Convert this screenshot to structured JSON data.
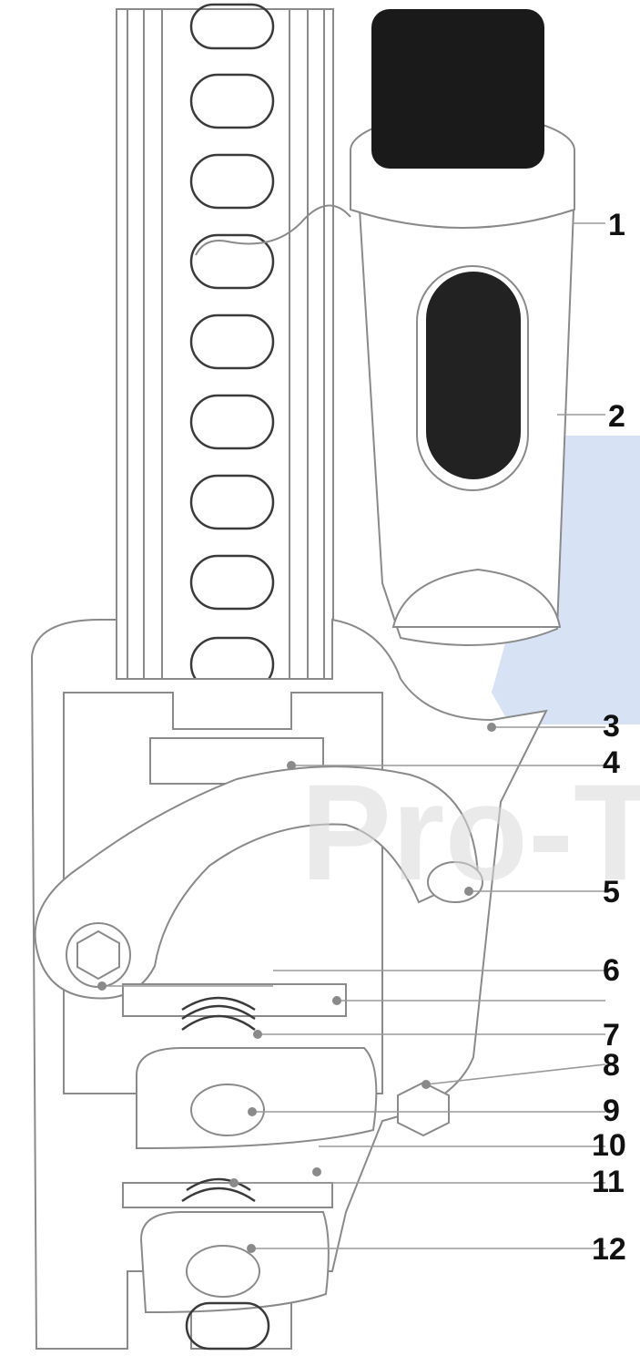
{
  "diagram": {
    "callouts": [
      {
        "id": 1,
        "label": "1"
      },
      {
        "id": 2,
        "label": "2"
      },
      {
        "id": 3,
        "label": "3"
      },
      {
        "id": 4,
        "label": "4"
      },
      {
        "id": 5,
        "label": "5"
      },
      {
        "id": 6,
        "label": "6"
      },
      {
        "id": 7,
        "label": "7"
      },
      {
        "id": 8,
        "label": "8"
      },
      {
        "id": 9,
        "label": "9"
      },
      {
        "id": 10,
        "label": "10"
      },
      {
        "id": 11,
        "label": "11"
      },
      {
        "id": 12,
        "label": "12"
      }
    ],
    "watermark": {
      "text": "Pro-T",
      "logo_color": "#c9daf0",
      "text_color": "#d9d9d9"
    },
    "colors": {
      "outline": "#8a8a8a",
      "handle": "#1a1a1a",
      "slot_shadow": "#2a2a2a"
    }
  }
}
